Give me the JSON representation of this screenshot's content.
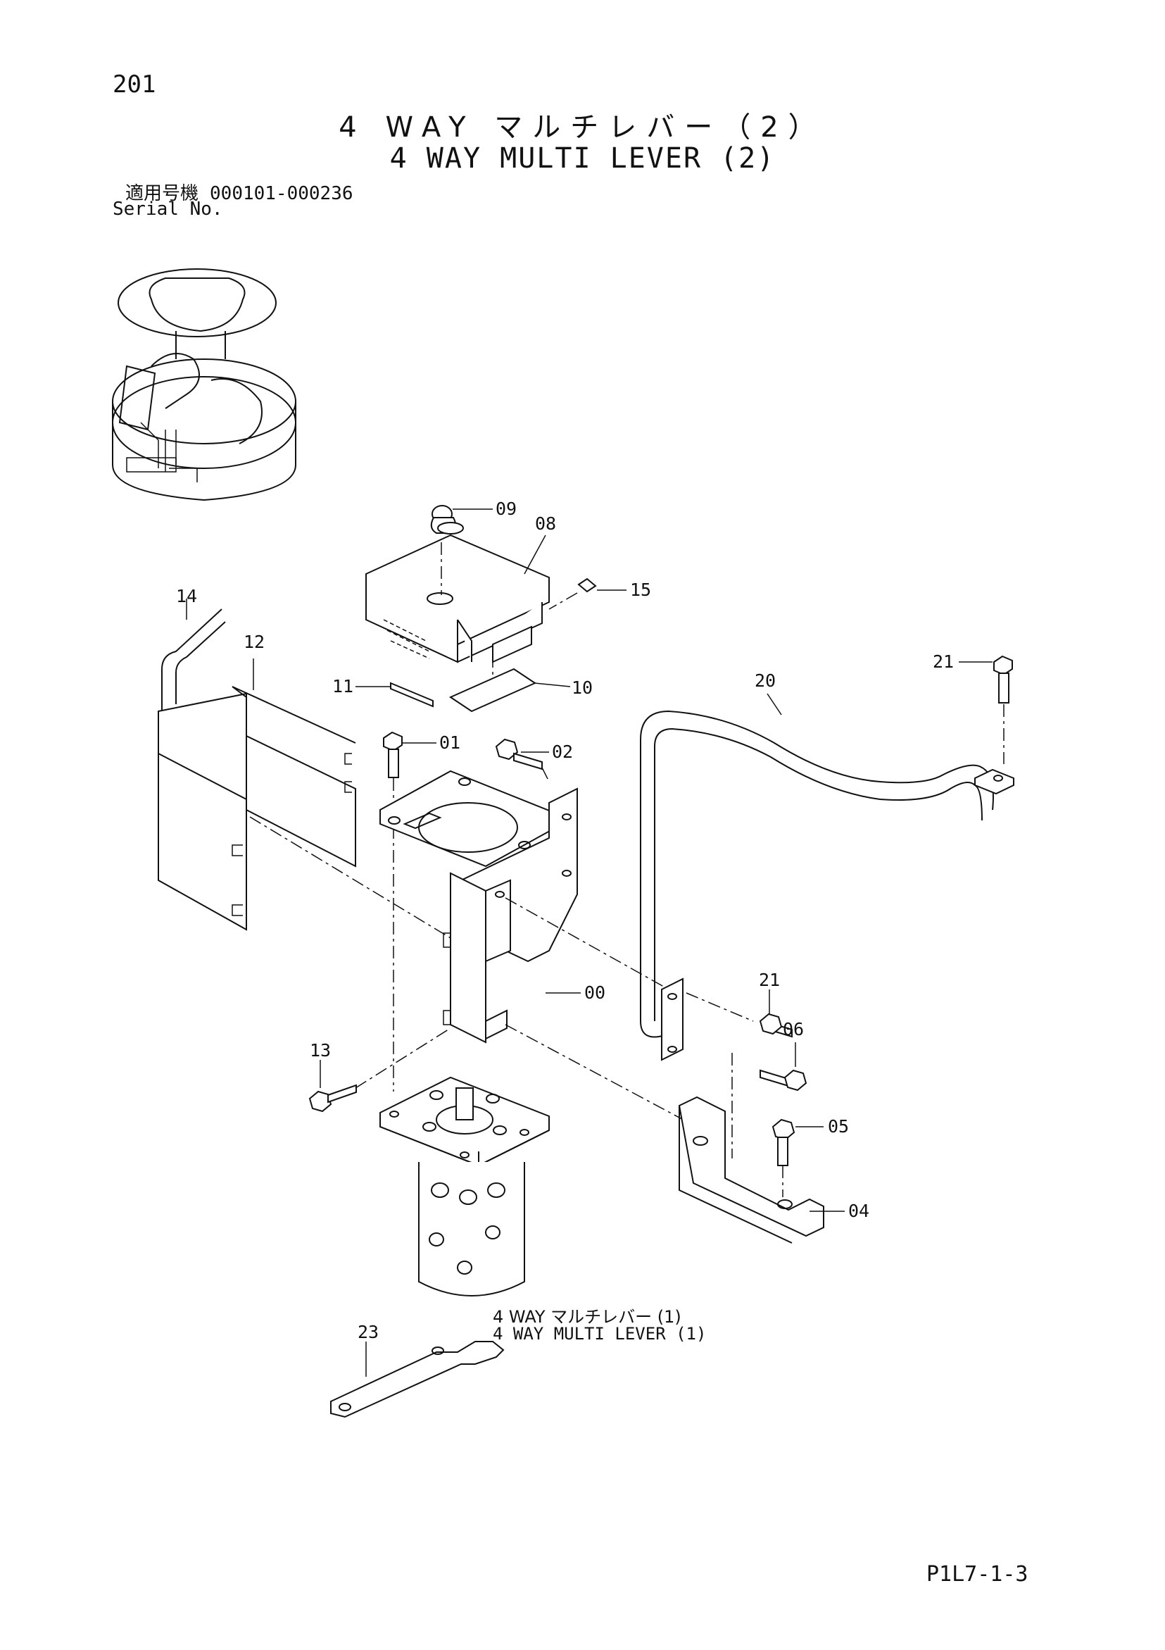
{
  "page_number": "201",
  "title_jp": "4 WAY マルチレバー（2）",
  "title_en": "4 WAY MULTI LEVER (2)",
  "serial": {
    "label_jp": "適用号機",
    "range": "000101-000236",
    "label_en": "Serial No."
  },
  "callouts": {
    "p00": "00",
    "p01": "01",
    "p02": "02",
    "p04": "04",
    "p05": "05",
    "p06": "06",
    "p08": "08",
    "p09": "09",
    "p10": "10",
    "p11": "11",
    "p12": "12",
    "p13": "13",
    "p14": "14",
    "p15": "15",
    "p20": "20",
    "p21a": "21",
    "p21b": "21",
    "p23": "23"
  },
  "sub_assembly_label_jp": "4 WAY マルチレバー (1)",
  "sub_assembly_label_en": "4 WAY MULTI LEVER (1)",
  "page_code": "P1L7-1-3"
}
